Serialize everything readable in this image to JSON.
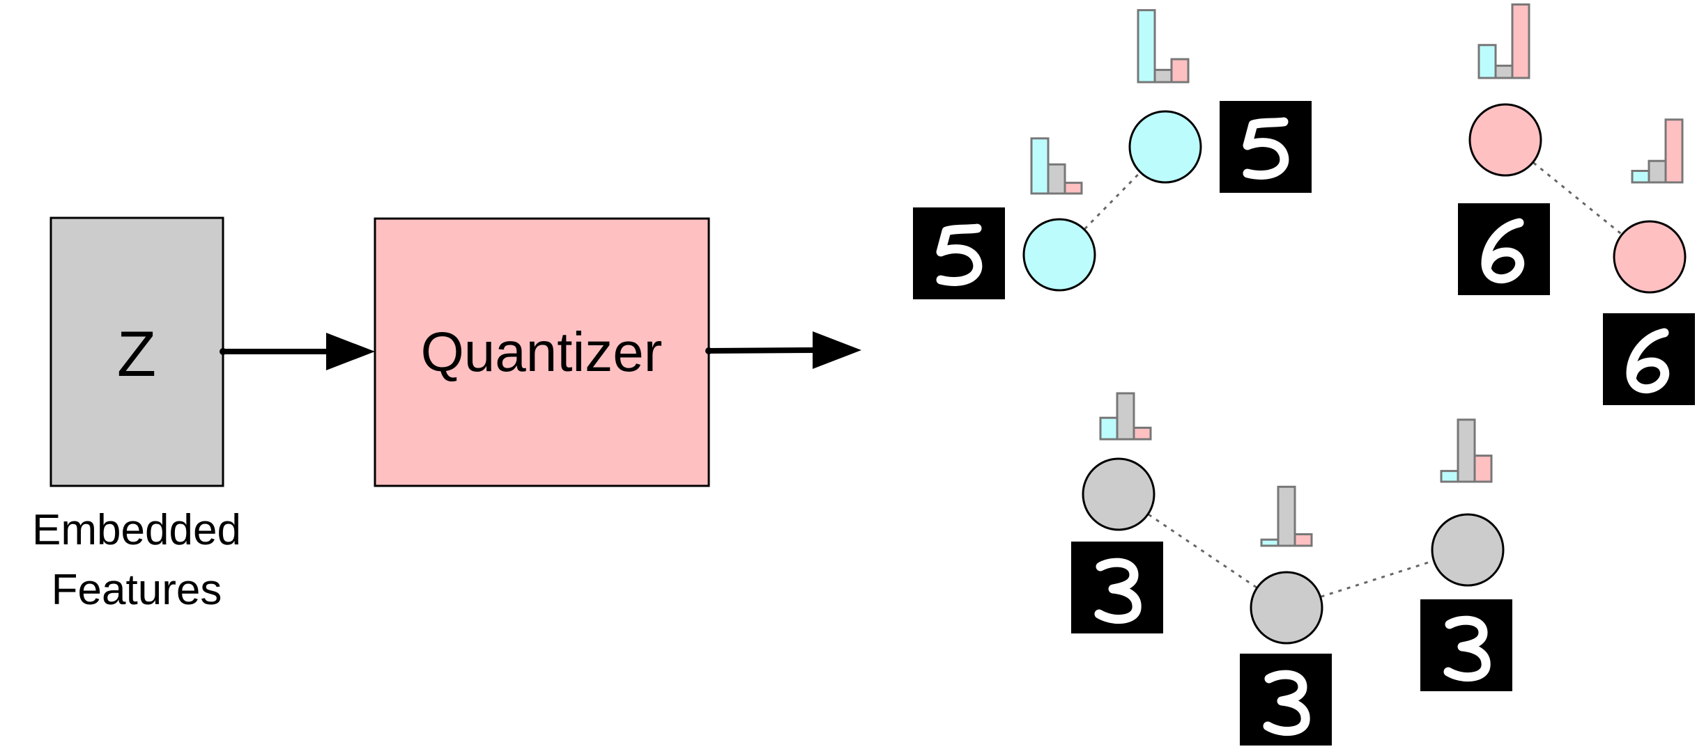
{
  "pipeline": {
    "z_label": "Z",
    "z_caption_line1": "Embedded",
    "z_caption_line2": "Features",
    "quantizer_label": "Quantizer"
  },
  "colors": {
    "z_box_fill": "#cccccc",
    "quantizer_fill": "#ffc0c2",
    "cluster_cyan": "#bdfcfc",
    "cluster_pink": "#ffc0c2",
    "cluster_gray": "#cccccc",
    "digit_tile": "#000000",
    "digit_stroke": "#ffffff"
  },
  "clusters": [
    {
      "name": "cluster-five",
      "color": "cyan",
      "digit": "5",
      "nodes": [
        {
          "digit": "5",
          "histogram": [
            0.72,
            0.38,
            0.14
          ]
        },
        {
          "digit": "5",
          "histogram": [
            0.94,
            0.16,
            0.3
          ]
        }
      ]
    },
    {
      "name": "cluster-six",
      "color": "pink",
      "digit": "6",
      "nodes": [
        {
          "digit": "6",
          "histogram": [
            0.43,
            0.16,
            0.96
          ]
        },
        {
          "digit": "6",
          "histogram": [
            0.15,
            0.28,
            0.82
          ]
        }
      ]
    },
    {
      "name": "cluster-three",
      "color": "gray",
      "digit": "3",
      "nodes": [
        {
          "digit": "3",
          "histogram": [
            0.28,
            0.6,
            0.15
          ]
        },
        {
          "digit": "3",
          "histogram": [
            0.08,
            0.77,
            0.15
          ]
        },
        {
          "digit": "3",
          "histogram": [
            0.14,
            0.81,
            0.34
          ]
        }
      ]
    }
  ]
}
